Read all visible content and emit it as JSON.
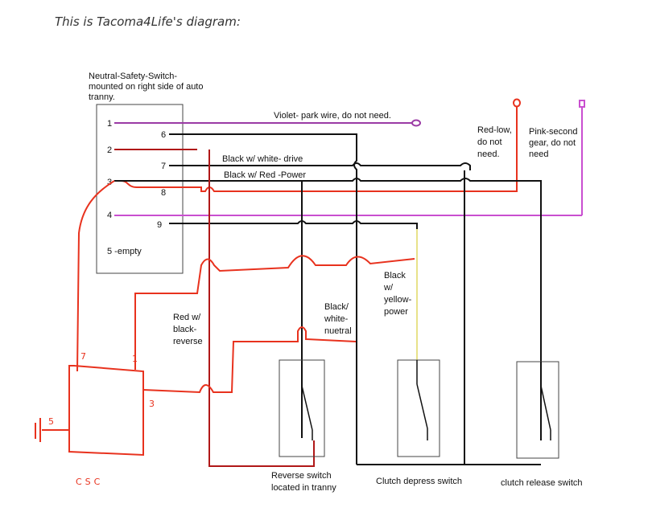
{
  "caption": "This is Tacoma4Life's diagram:",
  "nss": {
    "title": [
      "Neutral-Safety-Switch-",
      "mounted on right side of auto",
      "tranny."
    ],
    "pins_left": [
      "1",
      "2",
      "3",
      "4"
    ],
    "pins_right": [
      "6",
      "7",
      "8",
      "9"
    ],
    "empty_label": "5 -empty"
  },
  "wires": {
    "violet": "Violet- park wire, do not need.",
    "drive": "Black w/ white- drive",
    "power": "Black w/ Red -Power",
    "red_low": [
      "Red-low,",
      "do not",
      "need."
    ],
    "pink": [
      "Pink-second",
      "gear, do not",
      "need"
    ],
    "black_yellow": [
      "Black",
      "w/",
      "yellow-",
      "power"
    ],
    "neutral": [
      "Black/",
      "white-",
      "nuetral"
    ],
    "red_black": [
      "Red w/",
      "black-",
      "reverse"
    ]
  },
  "switches": {
    "reverse": [
      "Reverse switch",
      "located in tranny"
    ],
    "clutch_depress": "Clutch depress switch",
    "clutch_release": "clutch release switch"
  },
  "csc": {
    "label": "CSC",
    "pin7": "7",
    "pin1": "1",
    "pin3": "3",
    "pin5": "5"
  },
  "colors": {
    "black": "#111111",
    "red": "#e8321e",
    "dark_red": "#b01818",
    "violet": "#9b3ba5",
    "pink": "#c94fd0",
    "yellow": "#e8e28a",
    "box": "#444444"
  }
}
